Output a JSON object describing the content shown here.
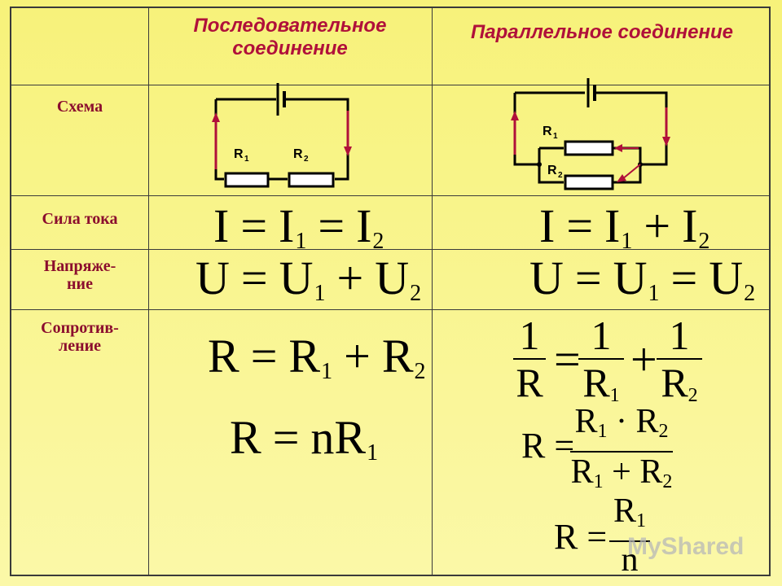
{
  "header": {
    "series": "Последовательное соединение",
    "parallel": "Параллельное соединение"
  },
  "rows": {
    "scheme": "Схема",
    "current": "Сила тока",
    "voltage": "Напряже-ние",
    "resistance": "Сопротив-ление"
  },
  "circuit_labels": {
    "r1": "R",
    "r2": "R",
    "sub1": "1",
    "sub2": "2"
  },
  "formulas": {
    "series_current": [
      "I",
      "=",
      "I",
      "1",
      "=",
      "I",
      "2"
    ],
    "parallel_current": [
      "I",
      "=",
      "I",
      "1",
      "+",
      "I",
      "2"
    ],
    "series_voltage": [
      "U",
      "=",
      "U",
      "1",
      "+",
      "U",
      "2"
    ],
    "parallel_voltage": [
      "U",
      "=",
      "U",
      "1",
      "=",
      "U",
      "2"
    ],
    "series_resistance": [
      "R",
      "=",
      "R",
      "1",
      "+",
      "R",
      "2"
    ],
    "series_resistance_n": [
      "R",
      "=",
      "nR",
      "1"
    ],
    "parallel_resistance_inverse": {
      "left_num": "1",
      "left_den": "R",
      "mid_num": "1",
      "mid_den": "R",
      "mid_sub": "1",
      "right_num": "1",
      "right_den": "R",
      "right_sub": "2"
    },
    "parallel_resistance_product": {
      "num": "R",
      "num_sub1": "1",
      "dot": "·",
      "num2": "R",
      "num_sub2": "2",
      "den": "R",
      "den_sub1": "1",
      "plus": "+",
      "den2": "R",
      "den_sub2": "2"
    },
    "parallel_resistance_n": {
      "num": "R",
      "num_sub": "1",
      "den": "n"
    }
  },
  "watermark": "MyShared"
}
